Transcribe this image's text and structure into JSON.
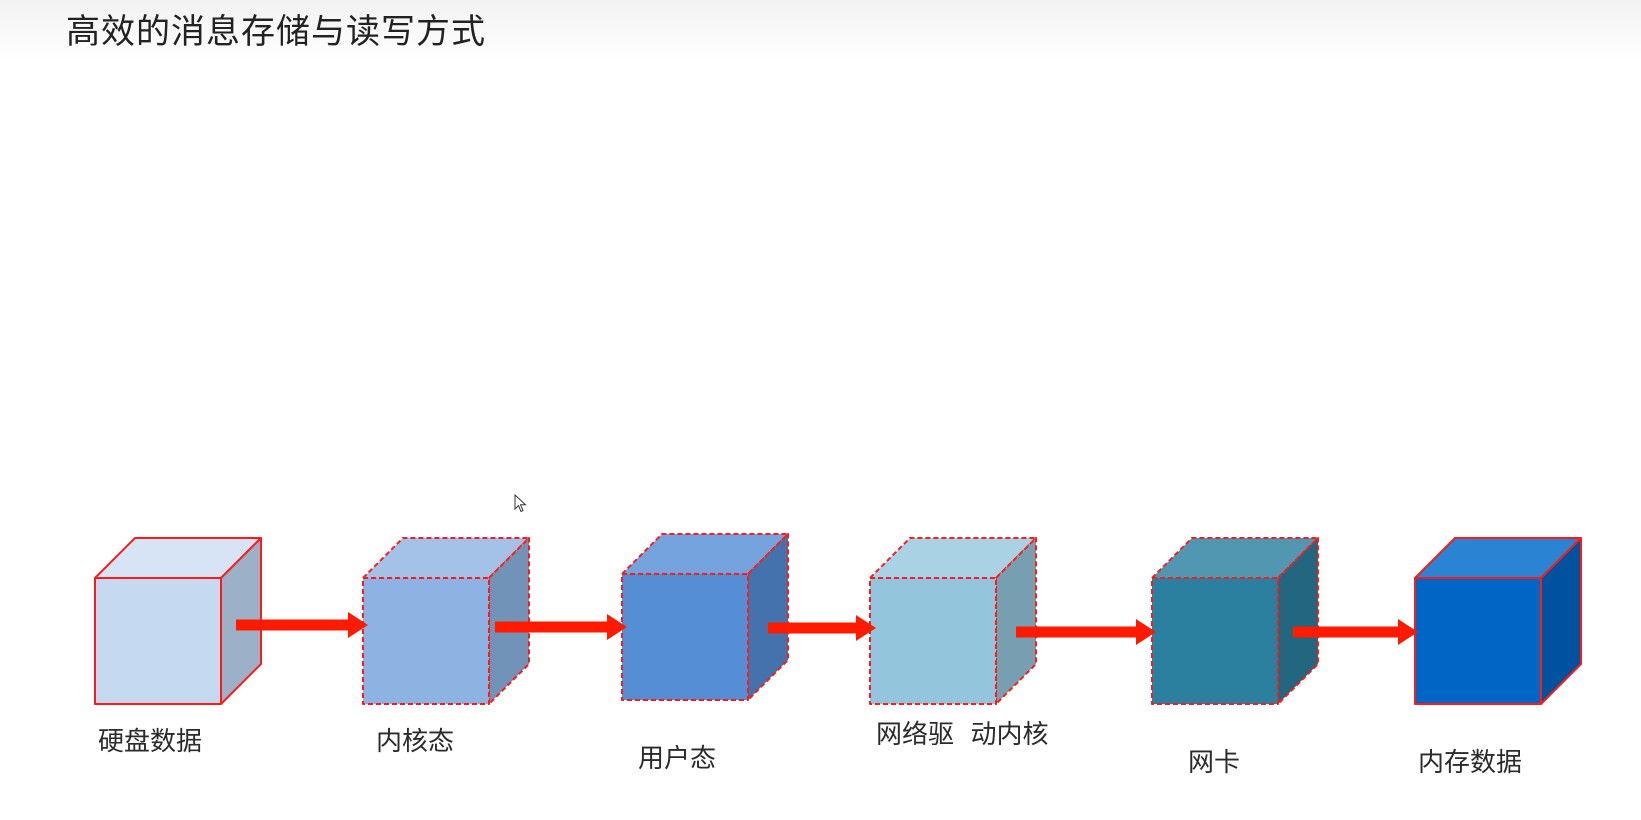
{
  "slide": {
    "title": "高效的消息存储与读写方式"
  },
  "diagram": {
    "nodes": [
      {
        "label": "硬盘数据",
        "front": "#c5d9f1",
        "top": "#d7e4f5",
        "side": "#9cb0c8",
        "border": "solid"
      },
      {
        "label": "内核态",
        "front": "#8db3e2",
        "top": "#a4c2e8",
        "side": "#7193b8",
        "border": "dashed"
      },
      {
        "label": "用户态",
        "front": "#558ed5",
        "top": "#75a3dd",
        "side": "#4372ac",
        "border": "dashed"
      },
      {
        "label": "网络驱  动内核",
        "front": "#93c6dc",
        "top": "#a9d2e4",
        "side": "#769fb1",
        "border": "dashed"
      },
      {
        "label": "网卡",
        "front": "#2b7f9f",
        "top": "#5297b2",
        "side": "#22667f",
        "border": "dashed"
      },
      {
        "label": "内存数据",
        "front": "#0066c6",
        "top": "#2a83d3",
        "side": "#00529f",
        "border": "solid"
      }
    ],
    "arrow_color": "#ff1a00",
    "edge_color": "#ff1a1a"
  },
  "icons": {
    "cursor": "mouse-pointer-icon"
  }
}
